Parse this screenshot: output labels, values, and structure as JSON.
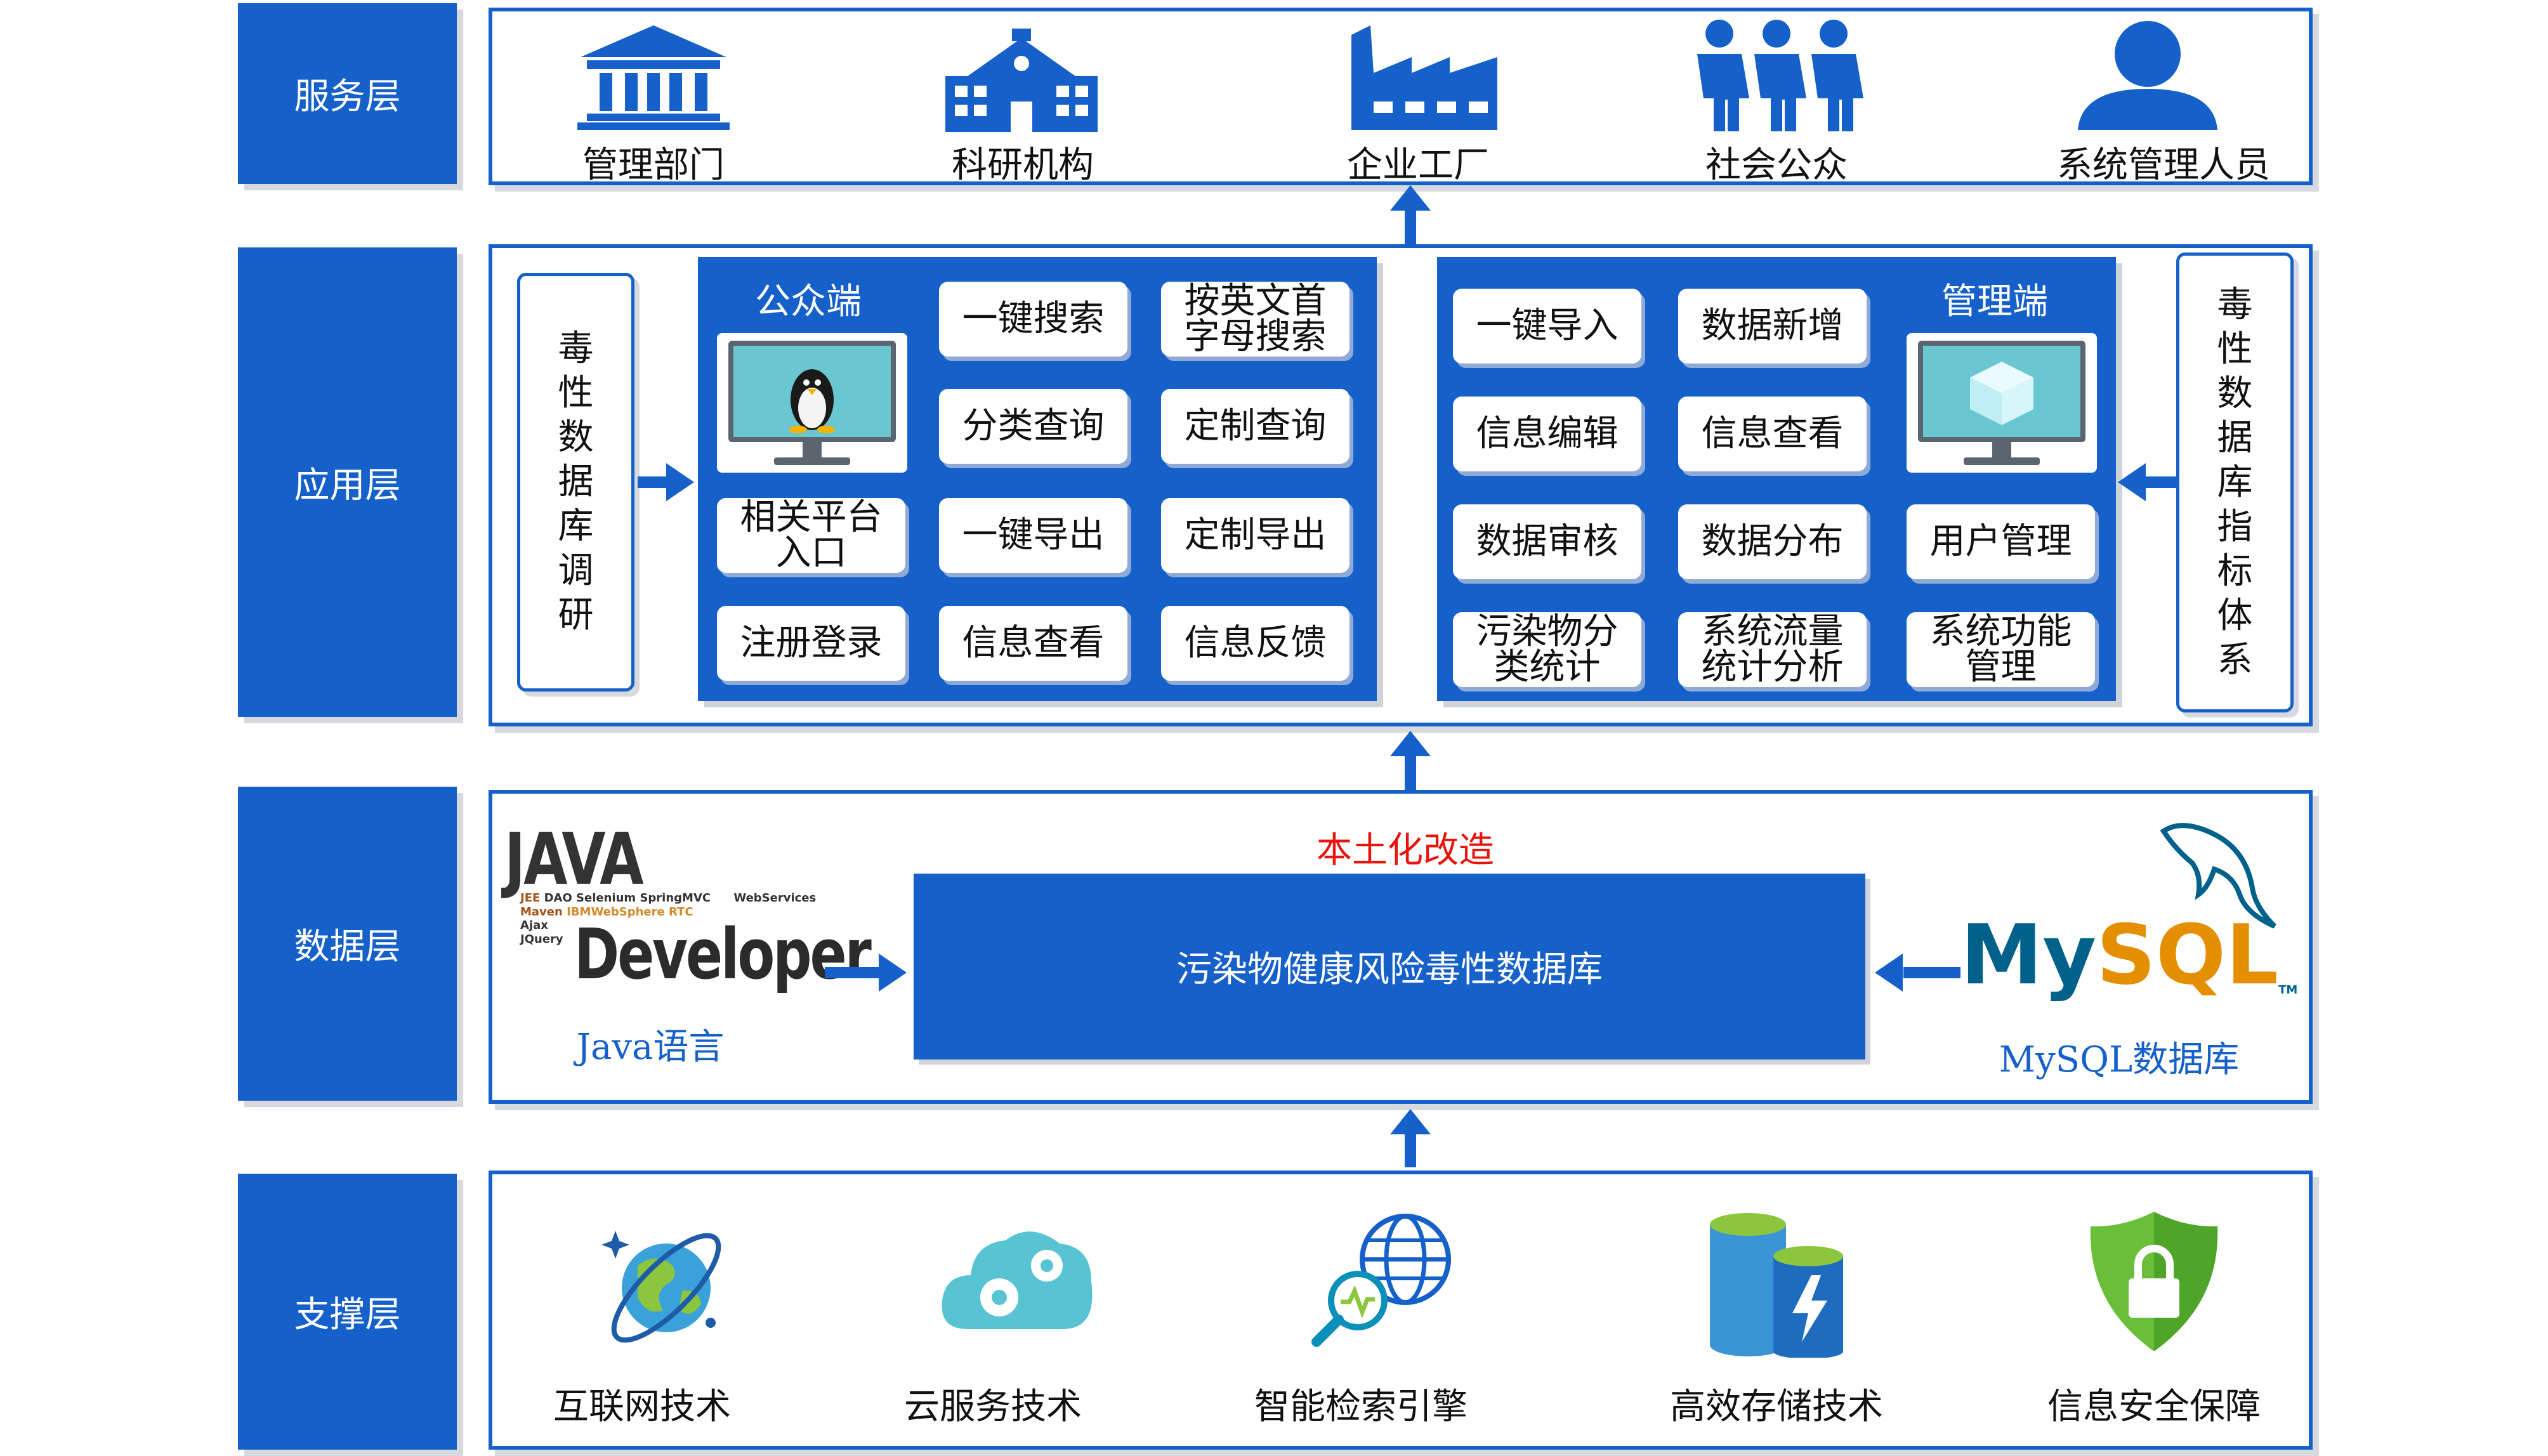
{
  "layers": {
    "service": "服务层",
    "application": "应用层",
    "data": "数据层",
    "support": "支撑层"
  },
  "service_items": [
    "管理部门",
    "科研机构",
    "企业工厂",
    "社会公众",
    "系统管理人员"
  ],
  "application": {
    "left_side": [
      "毒",
      "性",
      "数",
      "据",
      "库",
      "调",
      "研"
    ],
    "right_side": [
      "毒",
      "性",
      "数",
      "据",
      "库",
      "指",
      "标",
      "体",
      "系"
    ],
    "public": {
      "title": "公众端",
      "buttons": [
        "一键搜索",
        "按英文首字母搜索",
        "分类查询",
        "定制查询",
        "相关平台入口",
        "一键导出",
        "定制导出",
        "注册登录",
        "信息查看",
        "信息反馈"
      ]
    },
    "admin": {
      "title": "管理端",
      "buttons": [
        "一键导入",
        "数据新增",
        "信息编辑",
        "信息查看",
        "数据审核",
        "数据分布",
        "用户管理",
        "污染物分类统计",
        "系统流量统计分析",
        "系统功能管理"
      ]
    }
  },
  "data_layer": {
    "localization": "本土化改造",
    "database": "污染物健康风险毒性数据库",
    "java_caption": "Java语言",
    "java_logo_title": "JAVA",
    "java_logo_main": "Developer",
    "java_cloud_words": [
      "JEE",
      "DAO",
      "Selenium",
      "SpringMVC",
      "WebServices",
      "Maven",
      "IBMWebSphere",
      "RTC",
      "Ajax",
      "JQuery"
    ],
    "mysql_caption": "MySQL数据库",
    "mysql_my": "My",
    "mysql_sql": "SQL",
    "mysql_tm": "TM"
  },
  "support_items": [
    "互联网技术",
    "云服务技术",
    "智能检索引擎",
    "高效存储技术",
    "信息安全保障"
  ],
  "colors": {
    "primary": "#1560c9",
    "accent_red": "#e8130c",
    "mysql_orange": "#e48e00",
    "mysql_blue": "#00618a"
  }
}
